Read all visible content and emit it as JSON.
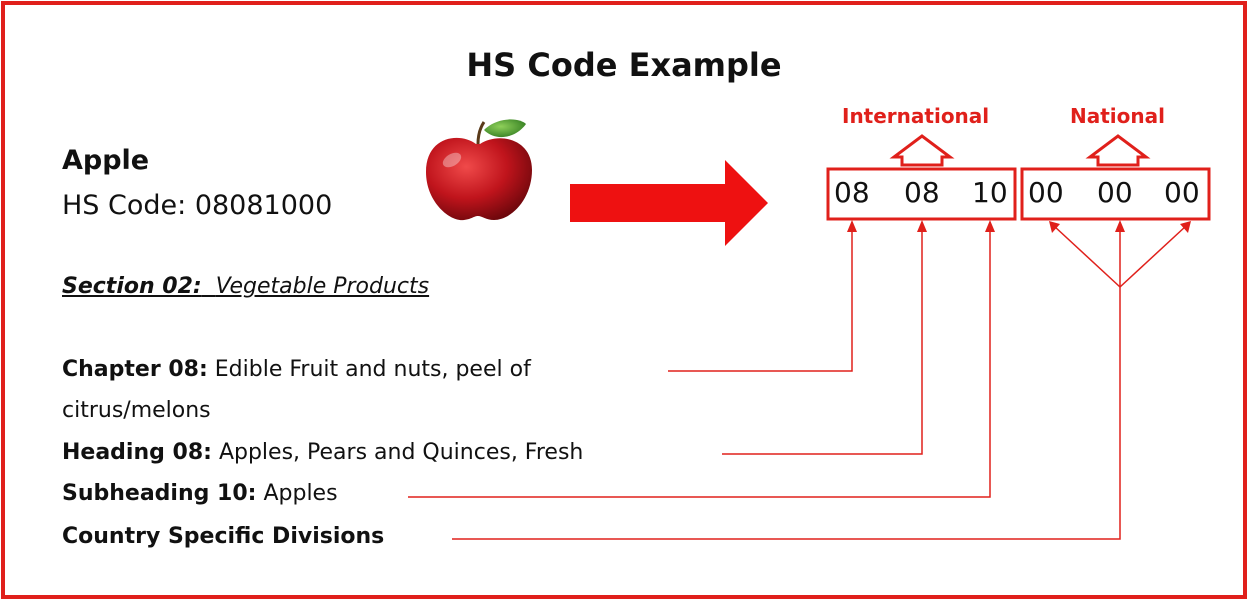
{
  "title": "HS Code Example",
  "item": {
    "name": "Apple",
    "code_line": "HS Code: 08081000"
  },
  "section": {
    "label": "Section 02:",
    "text": "Vegetable Products"
  },
  "rows": {
    "chapter": {
      "label": "Chapter 08:",
      "text": "Edible Fruit and nuts, peel of",
      "text2": "citrus/melons"
    },
    "heading": {
      "label": "Heading 08:",
      "text": "Apples, Pears and Quinces, Fresh"
    },
    "subheading": {
      "label": "Subheading 10:",
      "text": "Apples"
    },
    "country": {
      "label": "Country Specific Divisions"
    }
  },
  "groups": {
    "international": "International",
    "national": "National"
  },
  "code_digits": {
    "chapter": "08",
    "heading": "08",
    "subheading": "10",
    "national_1": "00",
    "national_2": "00",
    "national_3": "00"
  },
  "colors": {
    "accent": "#e0201b",
    "text": "#111111",
    "apple_red": "#b3121c",
    "leaf": "#3f8f2a"
  },
  "icons": {
    "apple": "apple-illustration",
    "arrow": "big-right-arrow"
  }
}
